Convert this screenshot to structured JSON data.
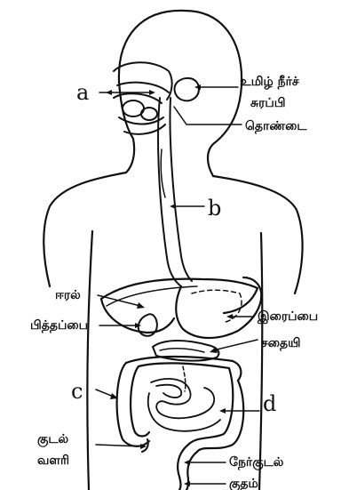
{
  "labels": {
    "a": "a",
    "b": "b",
    "c": "c",
    "d": "d",
    "salivary_line1": "உமிழ் நீர்ச்",
    "salivary_line2": "சுரப்பி",
    "pharynx": "தொண்டை",
    "liver": "ஈரல்",
    "gallbladder": "பித்தப்பை",
    "stomach": "இரைப்பை",
    "pancreas": "சதையி",
    "appendix_line1": "குடல்",
    "appendix_line2": "வளரி",
    "rectum": "நேர்குடல்",
    "anus": "குதம்"
  }
}
